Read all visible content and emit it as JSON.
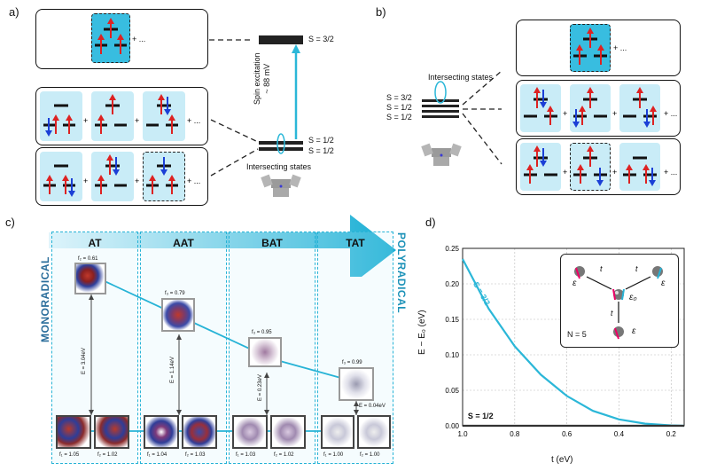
{
  "panel_a": {
    "label": "a)",
    "plus_ellipsis": "+ ...",
    "level_high": "S = 3/2",
    "level_low_1": "S = 1/2",
    "level_low_2": "S = 1/2",
    "excitation_label": "Spin excitation",
    "excitation_value": "~ 88 mV",
    "intersecting_label": "Intersecting states",
    "plus": "+"
  },
  "panel_b": {
    "label": "b)",
    "intersecting_label": "Intersecting states",
    "levels": [
      "S = 3/2",
      "S = 1/2",
      "S = 1/2"
    ],
    "plus_ellipsis": "+ ...",
    "plus": "+"
  },
  "panel_c": {
    "label": "c)",
    "left_axis": "MONORADICAL",
    "right_axis": "POLYRADICAL",
    "columns": [
      "AT",
      "AAT",
      "BAT",
      "TAT"
    ],
    "top_occupations": [
      "f₂ = 0.61",
      "f₃ = 0.79",
      "f₃ = 0.95",
      "f₃ = 0.99"
    ],
    "energies": [
      "E = 3.04eV",
      "E = 1.14eV",
      "E = 0.23eV",
      "E = 0.04eV"
    ],
    "bottom_occupations": [
      [
        "f₁ = 1.05",
        "f₂ = 1.02"
      ],
      [
        "f₁ = 1.04",
        "f₂ = 1.03"
      ],
      [
        "f₁ = 1.03",
        "f₂ = 1.02"
      ],
      [
        "f₁ = 1.00",
        "f₂ = 1.00"
      ]
    ]
  },
  "panel_d": {
    "label": "d)",
    "ylabel": "E − E₀ (eV)",
    "xlabel": "t (eV)",
    "inset_n": "N = 5",
    "inset_t": "t",
    "inset_eps": "ε",
    "inset_eps0": "ε₀",
    "curve_color": "#2bb7d8"
  },
  "chart_data": {
    "type": "line",
    "title": "",
    "xlabel": "t (eV)",
    "ylabel": "E − E₀ (eV)",
    "xlim": [
      1.0,
      0.15
    ],
    "ylim": [
      0.0,
      0.25
    ],
    "x_ticks": [
      "1.0",
      "0.8",
      "0.6",
      "0.4",
      "0.2"
    ],
    "y_ticks": [
      "0.00",
      "0.05",
      "0.10",
      "0.15",
      "0.20",
      "0.25"
    ],
    "grid": true,
    "series": [
      {
        "name": "S = 3/2",
        "x": [
          1.0,
          0.9,
          0.8,
          0.7,
          0.6,
          0.5,
          0.4,
          0.3,
          0.2,
          0.15
        ],
        "values": [
          0.235,
          0.165,
          0.112,
          0.072,
          0.042,
          0.021,
          0.009,
          0.003,
          0.0005,
          0.0
        ]
      },
      {
        "name": "S = 1/2",
        "x": [
          1.0,
          0.15
        ],
        "values": [
          0.0,
          0.0
        ]
      }
    ]
  }
}
